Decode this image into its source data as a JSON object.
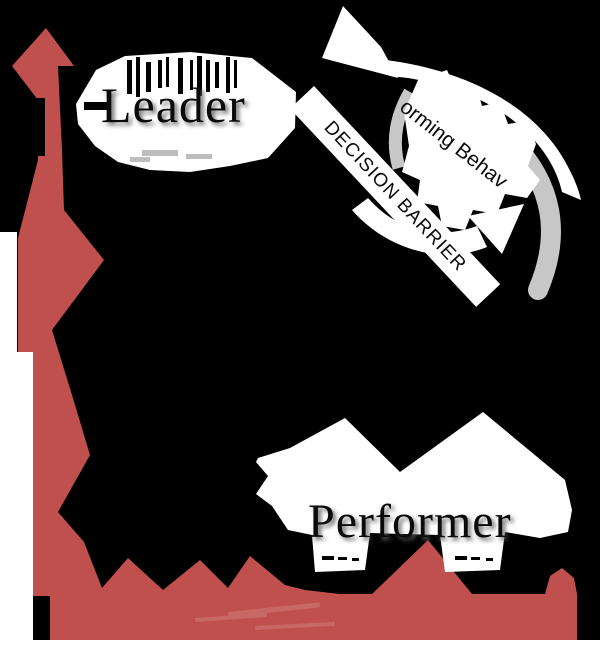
{
  "title": "Leader vs Performer decision barrier diagram",
  "labels": {
    "leader": "Leader",
    "performer": "Performer",
    "decision_barrier": "DECISION BARRIER",
    "cycle_text": "orming Behav"
  },
  "colors": {
    "background": "#000000",
    "red": "#c0504d",
    "light_red": "#cf7d78",
    "gray_arc": "#c7c7c7",
    "shape_white": "#ffffff",
    "text": "#0b0b0b",
    "faint_gray": "#9a9a9a"
  }
}
